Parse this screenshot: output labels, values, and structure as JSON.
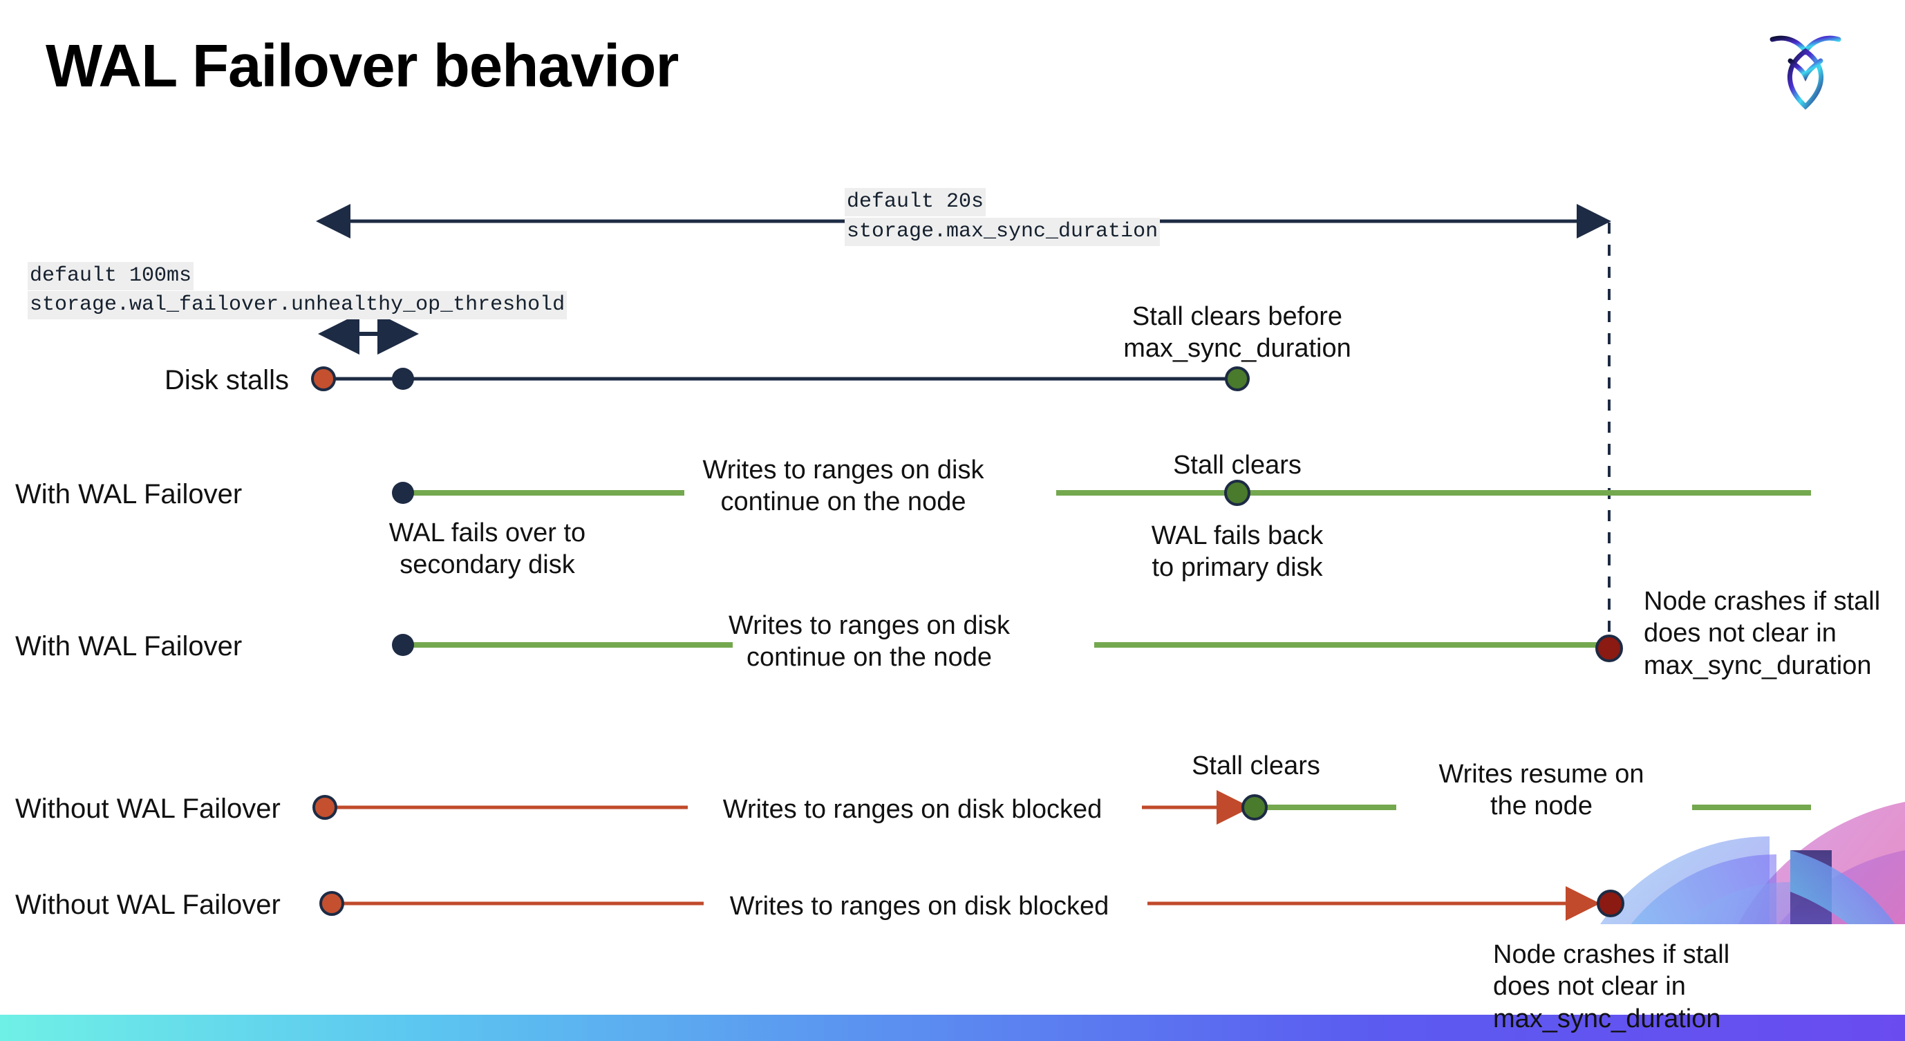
{
  "slide": {
    "title": "WAL Failover behavior",
    "brand_logo": "cockroach-labs-logo",
    "accent_colors": {
      "navy": "#1d2b44",
      "green_line": "#74a84f",
      "green_dot": "#4a7a2c",
      "orange_line": "#c04a2b",
      "orange_dot": "#c4502f",
      "dark_red_dot": "#8b1a12",
      "code_bg": "#eeeeee",
      "bar_gradient_start": "#6FF0E6",
      "bar_gradient_end": "#6A4BF0"
    }
  },
  "settings": {
    "max_sync": {
      "default": "default 20s",
      "name": "storage.max_sync_duration"
    },
    "unhealthy_op": {
      "default": "default 100ms",
      "name": "storage.wal_failover.unhealthy_op_threshold"
    }
  },
  "rows": [
    {
      "label": "Disk stalls",
      "annotations": [
        "Stall clears before\nmax_sync_duration"
      ]
    },
    {
      "label": "With WAL Failover",
      "annotations": [
        "Writes to ranges on disk\ncontinue on the node",
        "Stall clears",
        "WAL fails over to\nsecondary disk",
        "WAL fails  back\nto primary disk"
      ]
    },
    {
      "label": "With WAL Failover",
      "annotations": [
        "Writes to ranges on disk\ncontinue on the node",
        "Node crashes if stall\ndoes not clear in\nmax_sync_duration"
      ]
    },
    {
      "label": "Without WAL Failover",
      "annotations": [
        "Writes to ranges on disk  blocked",
        "Stall clears",
        "Writes resume on\nthe node"
      ]
    },
    {
      "label": "Without WAL Failover",
      "annotations": [
        "Writes to ranges on disk  blocked",
        "Node crashes if stall\ndoes not clear in\nmax_sync_duration"
      ]
    }
  ],
  "labels": {
    "disk_stalls": "Disk stalls",
    "with_wal_failover": "With WAL Failover",
    "without_wal_failover": "Without WAL Failover",
    "stall_clears_before": "Stall clears before\nmax_sync_duration",
    "stall_clears": "Stall clears",
    "writes_continue": "Writes to ranges on disk\ncontinue on the node",
    "wal_fails_over": "WAL fails over to\nsecondary disk",
    "wal_fails_back": "WAL fails  back\nto primary disk",
    "node_crashes": "Node crashes if stall\ndoes not clear in\nmax_sync_duration",
    "writes_blocked": "Writes to ranges on disk  blocked",
    "writes_resume": "Writes resume on\nthe node"
  }
}
